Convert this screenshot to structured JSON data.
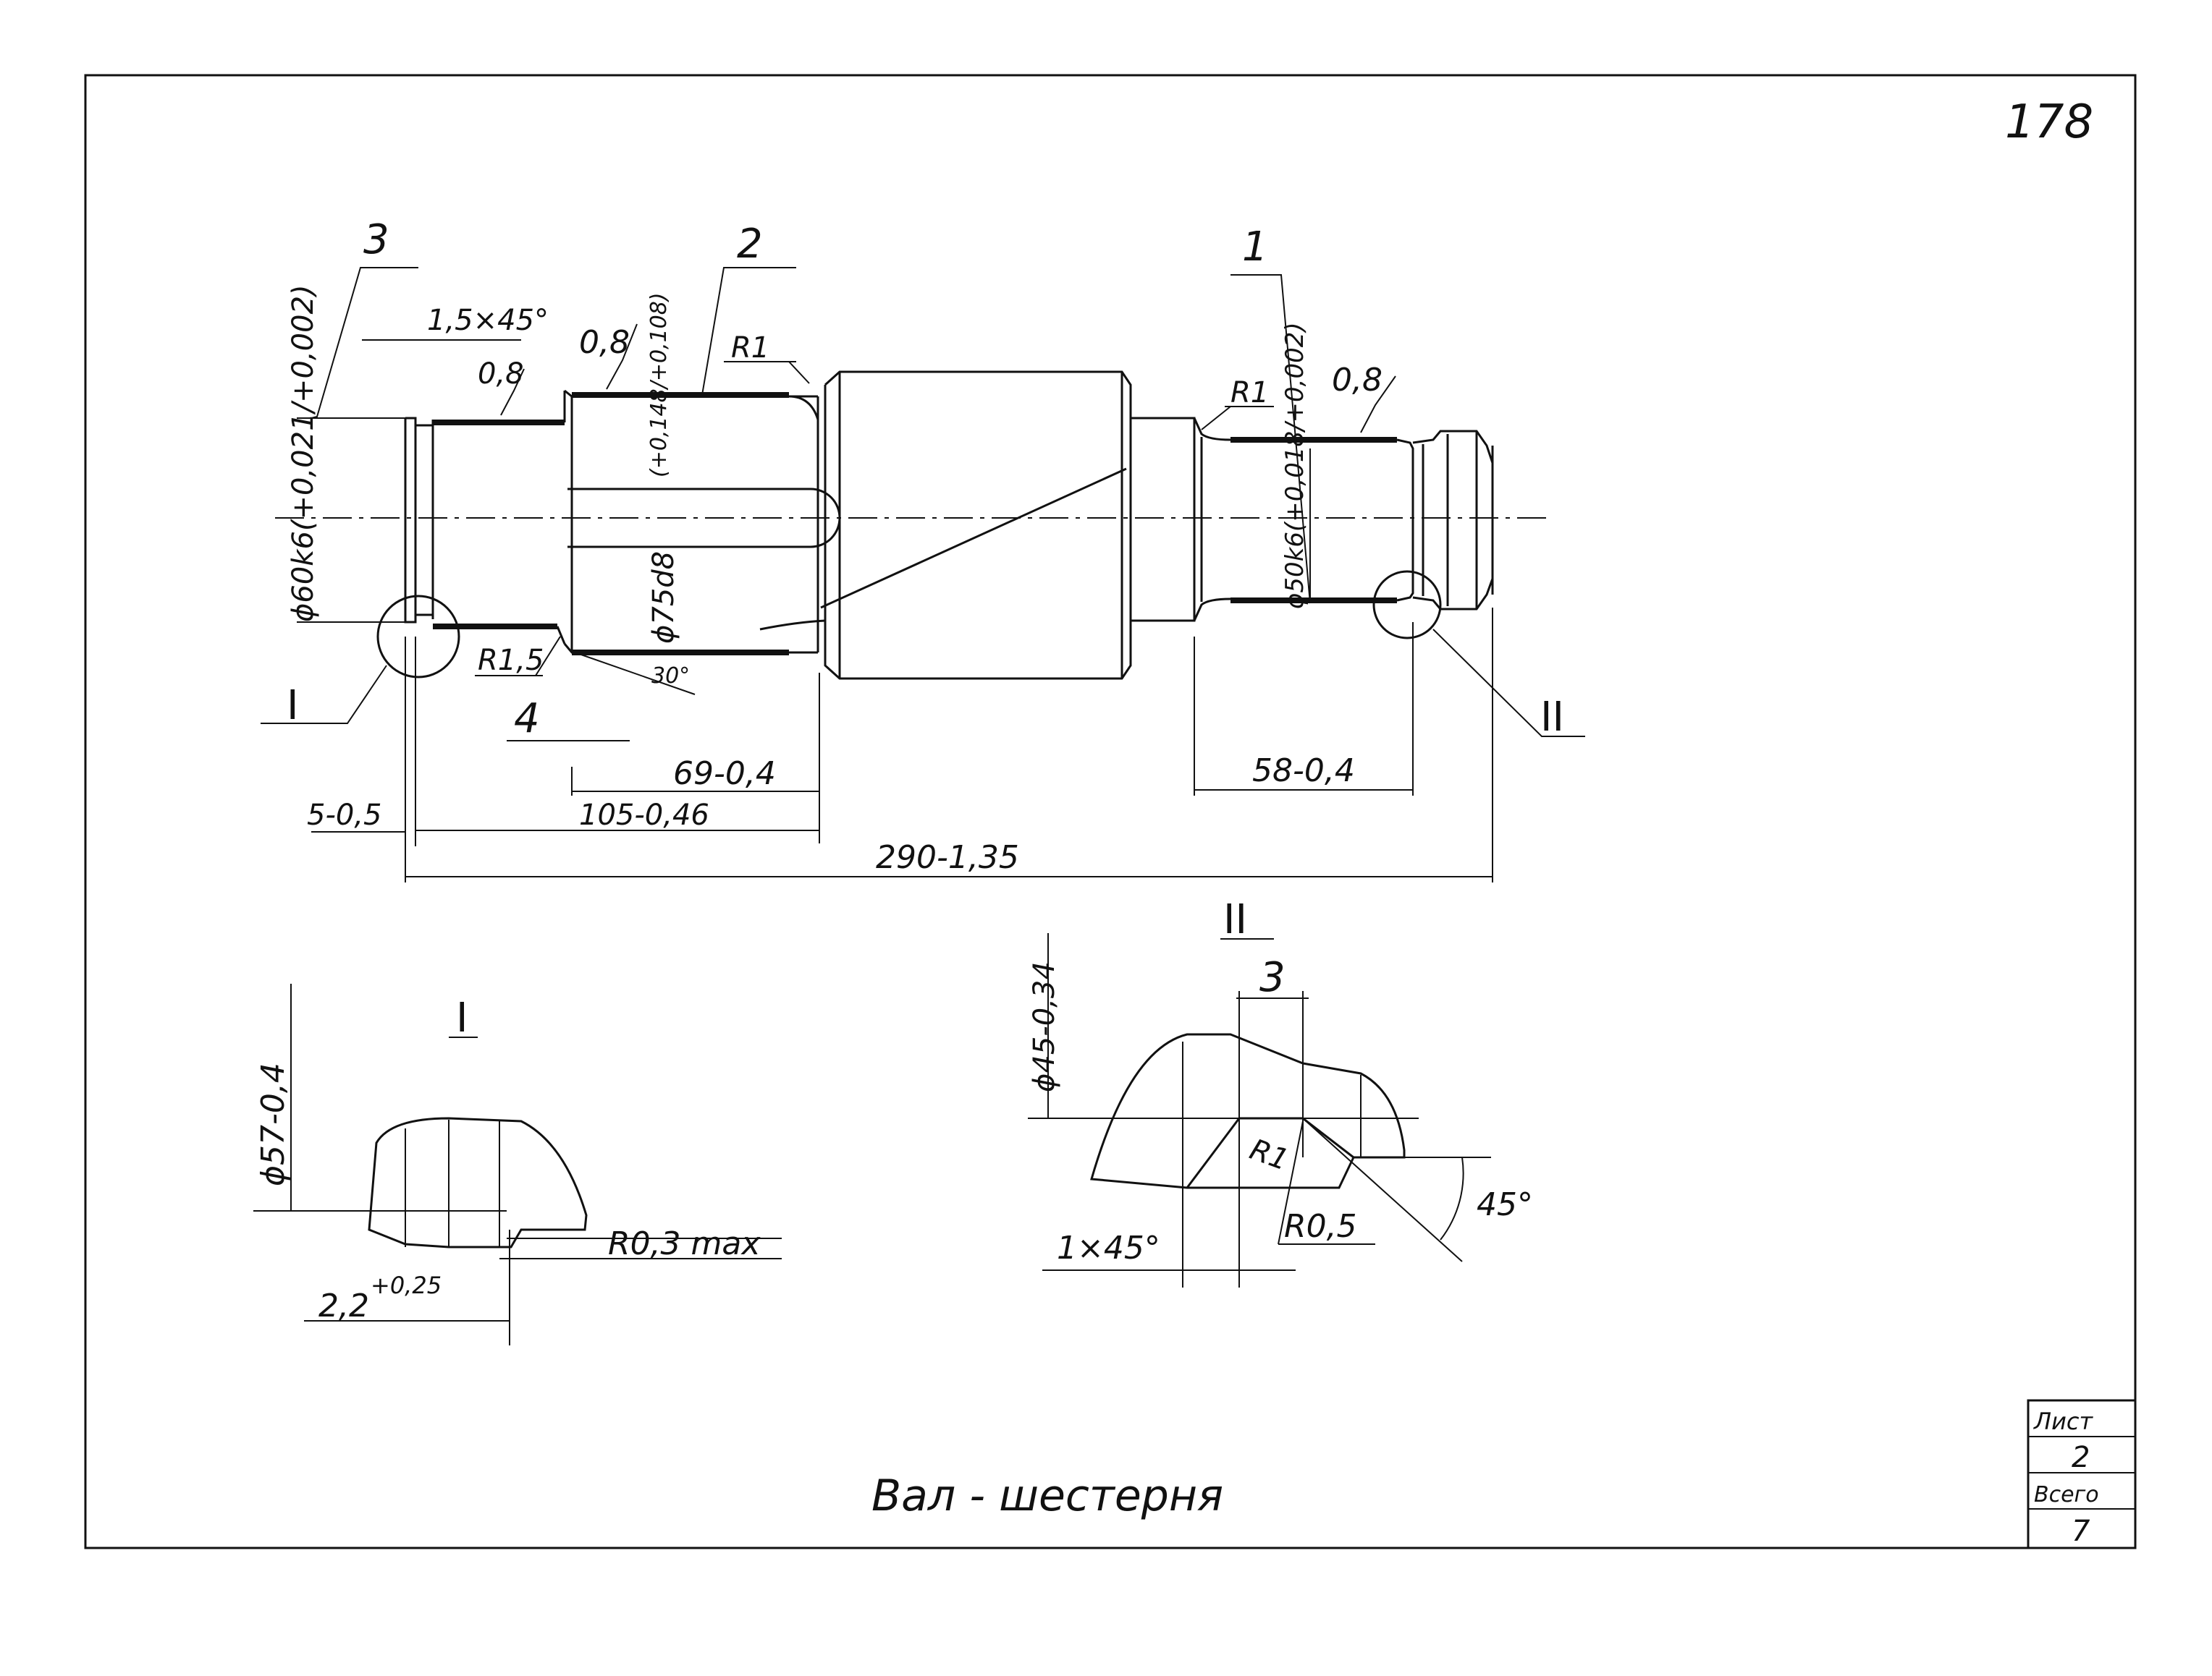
{
  "sheet_number": "178",
  "title": "Вал - шестерня",
  "callouts": {
    "c1": "1",
    "c2": "2",
    "c3": "3",
    "c4": "4"
  },
  "views": {
    "view1": "I",
    "view2": "II"
  },
  "surface_finish": {
    "r1": "0,8",
    "r2": "0,8",
    "r3": "0,8"
  },
  "radii": {
    "r_a": "R1",
    "r_b": "R1",
    "r_c": "R1,5"
  },
  "chamfer": "1,5×45°",
  "diameters": {
    "d_left": "ϕ60k6(+0,021/+0,002)",
    "d_gear": "(+0,148/+0,108)",
    "d_mid": "ϕ75d8",
    "d_right": "ϕ50k6(+0,018/+0,002)"
  },
  "angle_30": "30°",
  "dims": {
    "d69": "69-0,4",
    "d58": "58-0,4",
    "d5": "5-0,5",
    "d105": "105-0,46",
    "d290": "290-1,35"
  },
  "detail_i": {
    "d57": "ϕ57-0,4",
    "r03": "R0,3 max",
    "d22": "2,2",
    "tol": "+0,25"
  },
  "detail_ii": {
    "d45": "ϕ45-0,34",
    "w3": "3",
    "r1": "R1",
    "r05": "R0,5",
    "c145": "1×45°",
    "a45": "45°"
  },
  "title_block": {
    "sheet_label": "Лист",
    "sheet_value": "2",
    "total_label": "Всего",
    "total_value": "7"
  }
}
